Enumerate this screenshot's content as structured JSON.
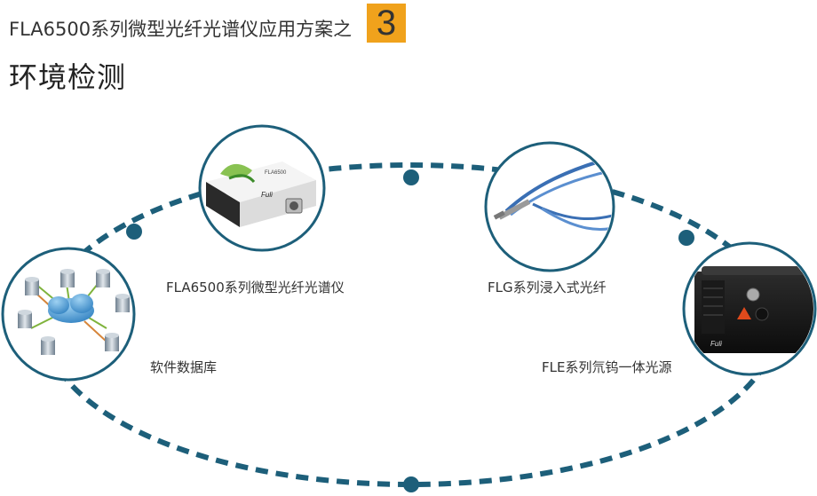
{
  "header": {
    "title": "FLA6500系列微型光纤光谱仪应用方案之",
    "number": "3"
  },
  "section_title": "环境检测",
  "nodes": [
    {
      "id": "spectrometer",
      "label": "FLA6500系列微型光纤光谱仪",
      "device_text": "FLA6500",
      "brand_text": "Fuli"
    },
    {
      "id": "fiber",
      "label": "FLG系列浸入式光纤"
    },
    {
      "id": "database",
      "label": "软件数据库"
    },
    {
      "id": "light-source",
      "label": "FLE系列氘钨一体光源",
      "brand_text": "Fuli"
    }
  ],
  "colors": {
    "ring": "#1d5f7a",
    "badge": "#f0a21c",
    "circle_border": "#1d5f7a"
  }
}
